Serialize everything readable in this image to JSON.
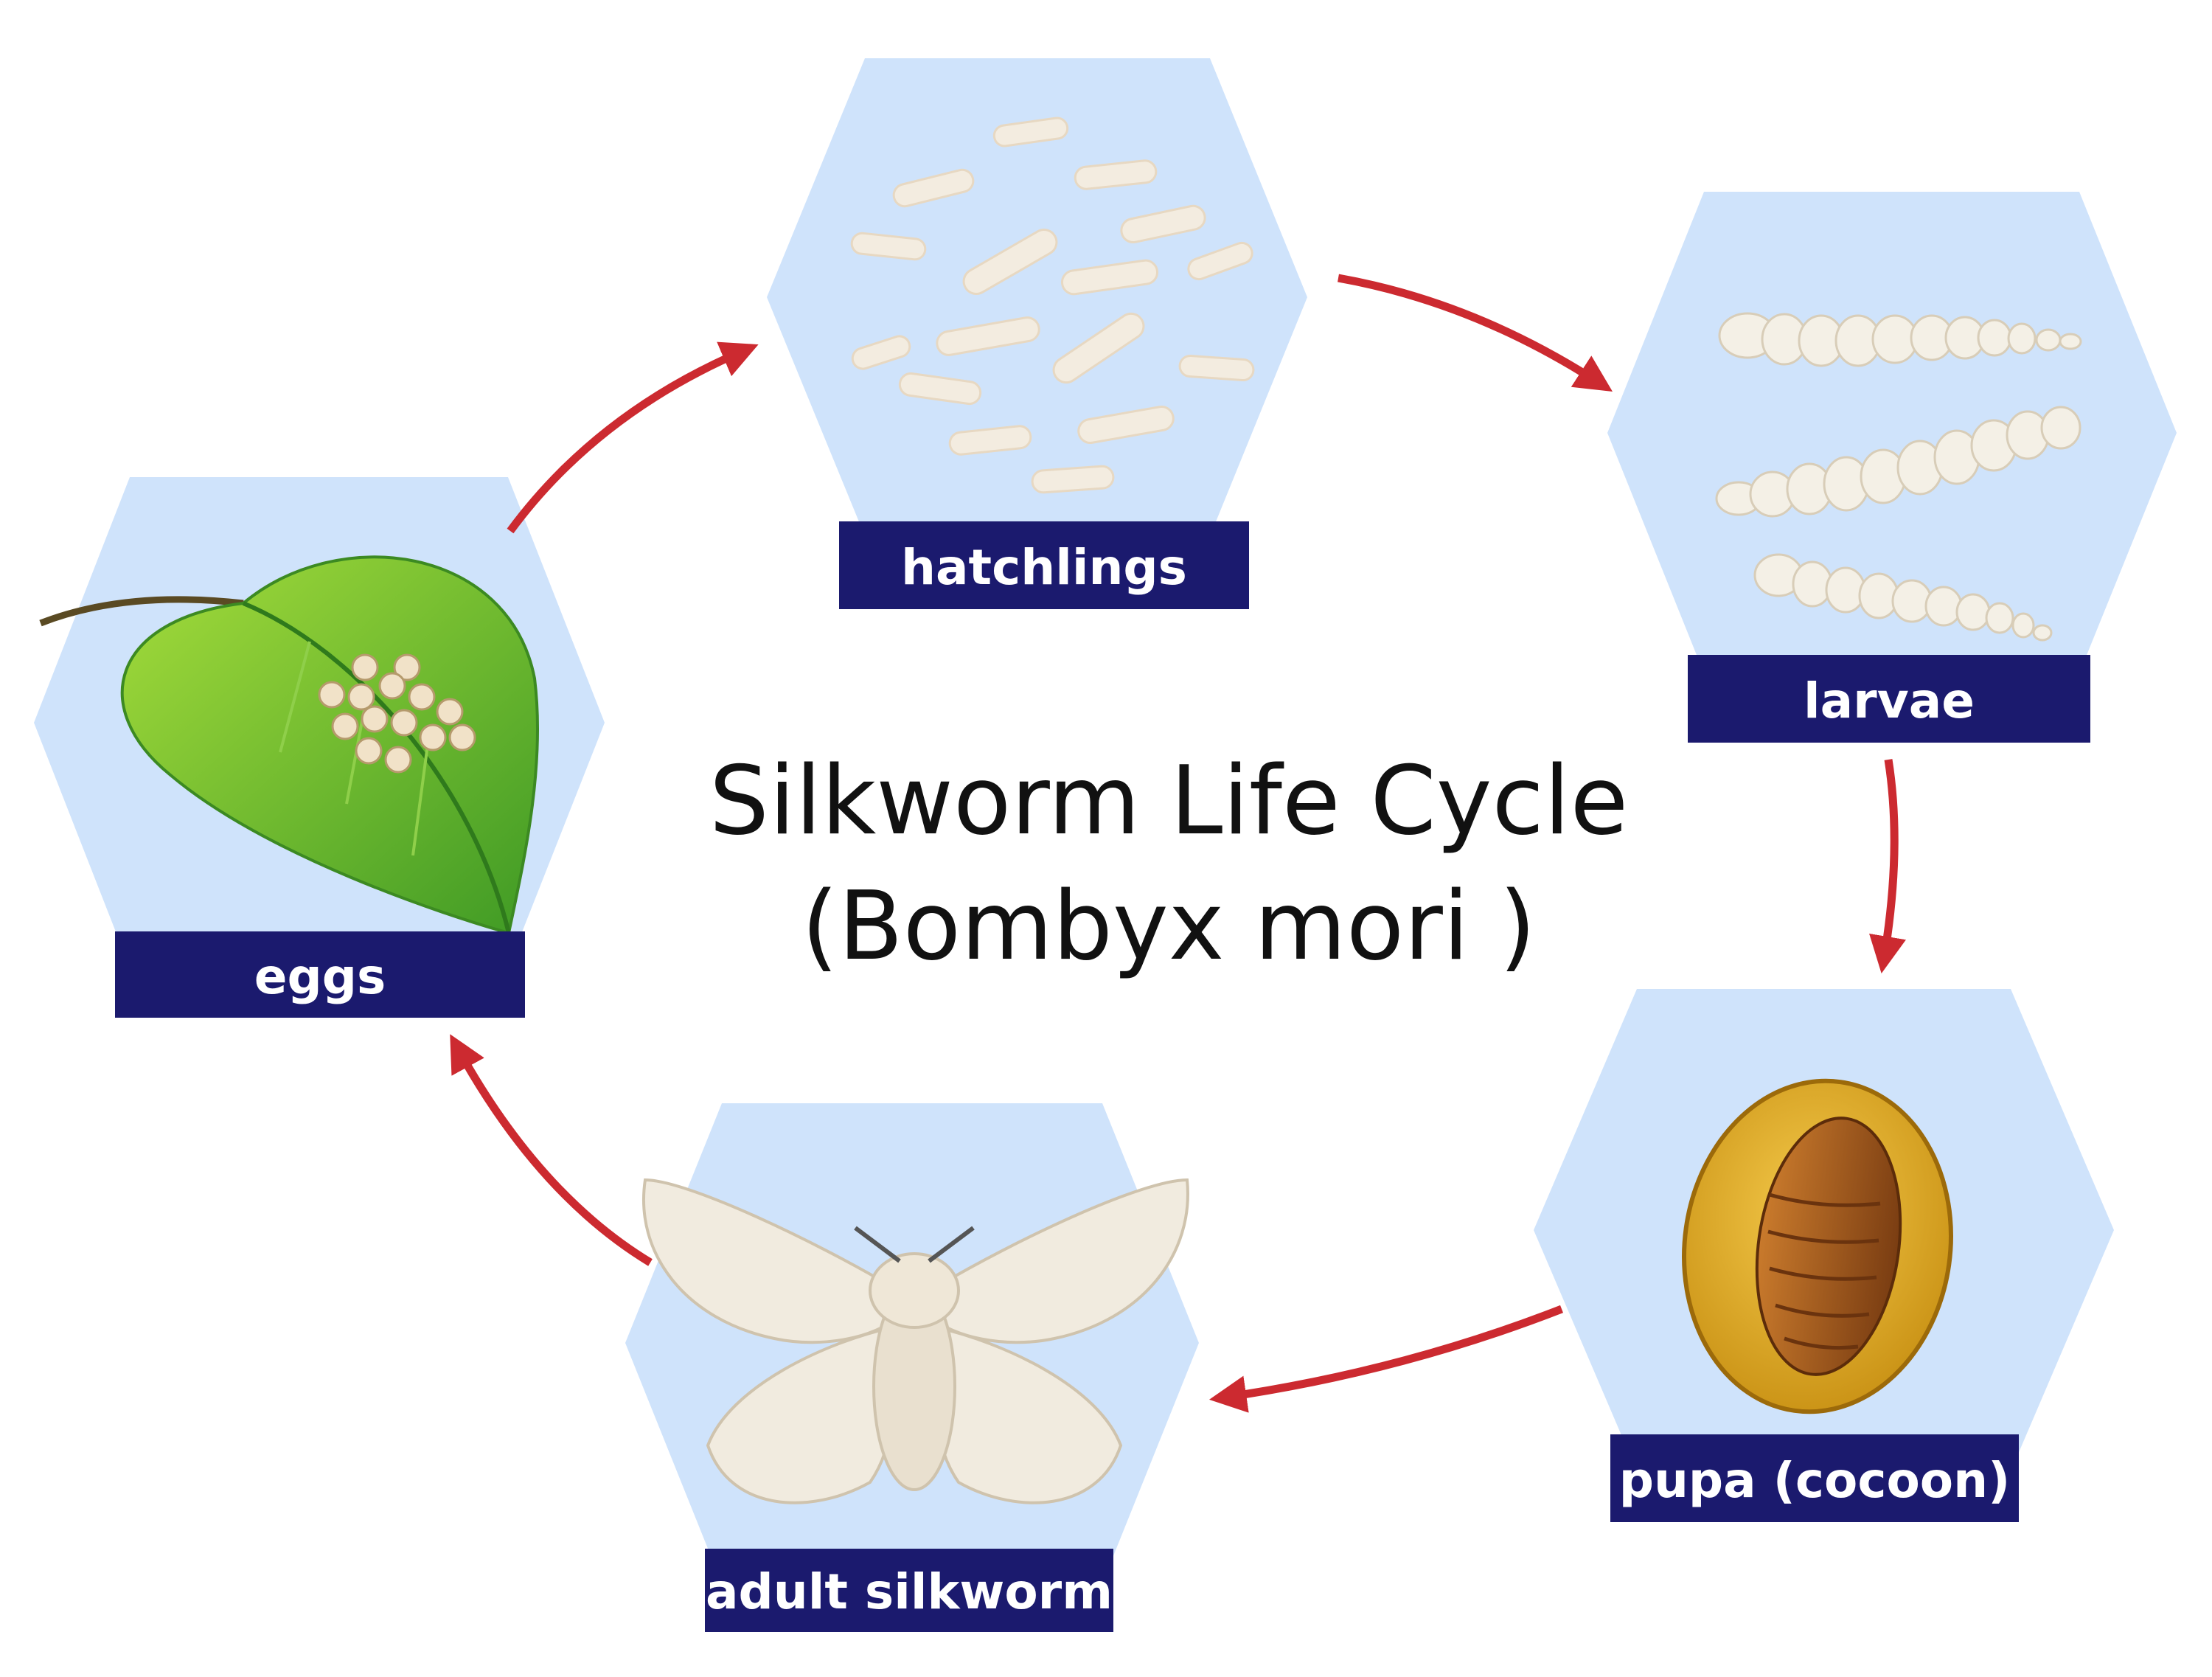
{
  "title": {
    "line1": "Silkworm Life Cycle",
    "line2": "(Bombyx mori )"
  },
  "stages": {
    "eggs": "eggs",
    "hatchlings": "hatchlings",
    "larvae": "larvae",
    "pupa": "pupa (cocoon)",
    "adult": "adult silkworm"
  },
  "colors": {
    "hexagon": "#cfe3fb",
    "label_bg": "#1b1a6e",
    "label_text": "#ffffff",
    "arrow": "#cc2a30",
    "leaf": "#6dc230",
    "cocoon": "#e2ac1c",
    "pupa": "#b0621c",
    "worm": "#f3efe6",
    "moth": "#f1ebdf"
  },
  "icons": [
    "leaf-with-eggs-icon",
    "hatchlings-icon",
    "larvae-icon",
    "cocoon-icon",
    "moth-icon"
  ]
}
